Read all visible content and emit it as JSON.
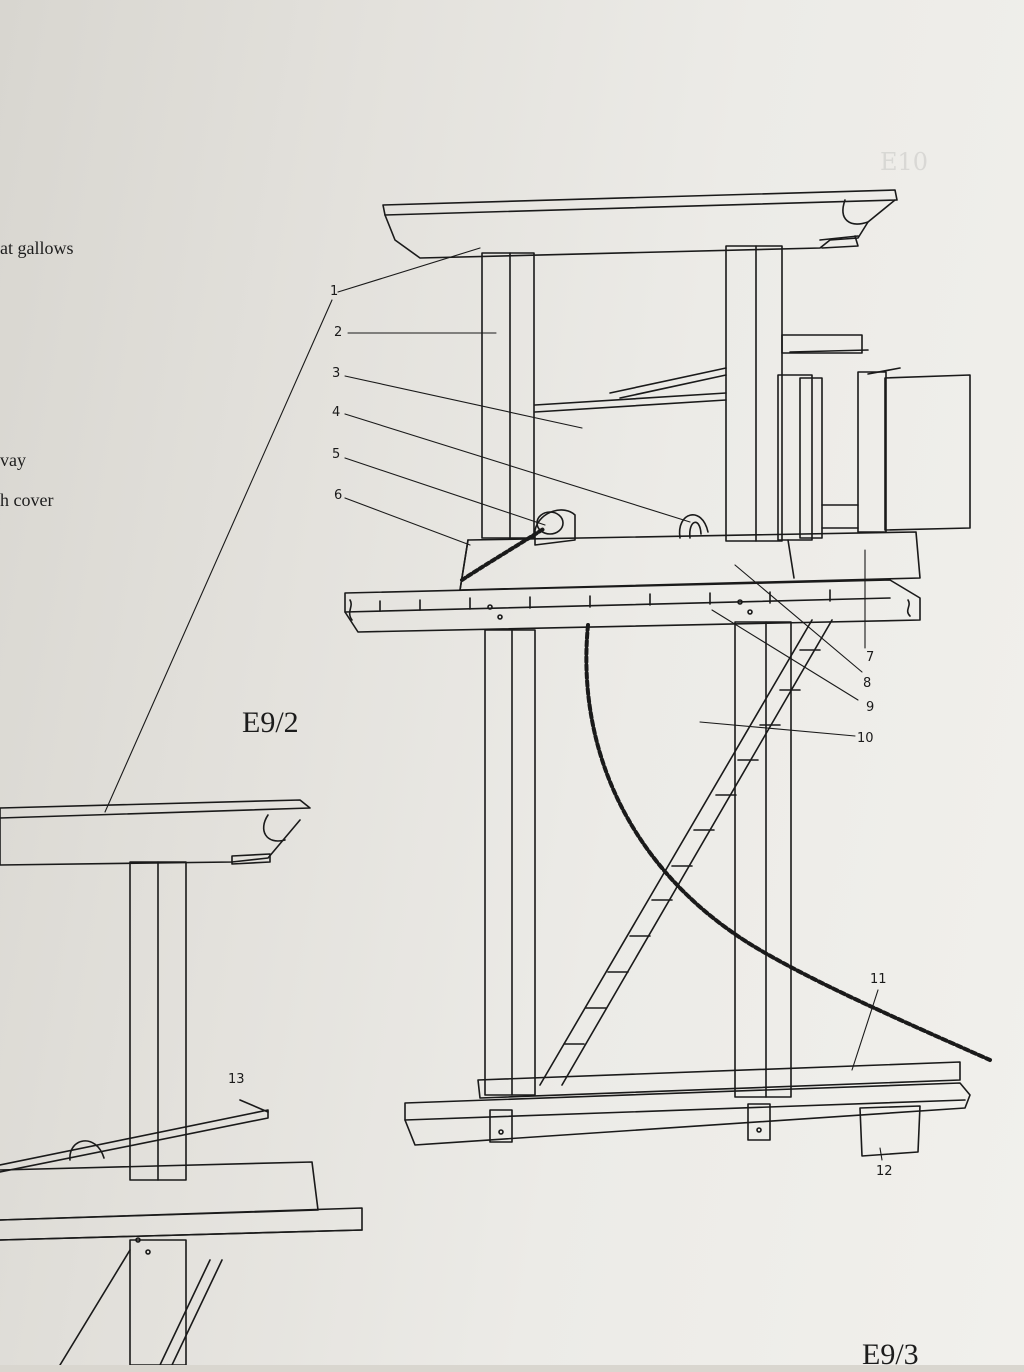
{
  "margin_text": {
    "line1": "at gallows",
    "line2": "vay",
    "line3": "h cover"
  },
  "ghost_text": {
    "e10": "E10"
  },
  "figures": {
    "fig_a": "E9/2",
    "fig_b": "E9/3"
  },
  "callouts": [
    "1",
    "2",
    "3",
    "4",
    "5",
    "6",
    "7",
    "8",
    "9",
    "10",
    "11",
    "12",
    "13"
  ],
  "colors": {
    "ink": "#1a1a1a",
    "paper": "#eceae5"
  }
}
